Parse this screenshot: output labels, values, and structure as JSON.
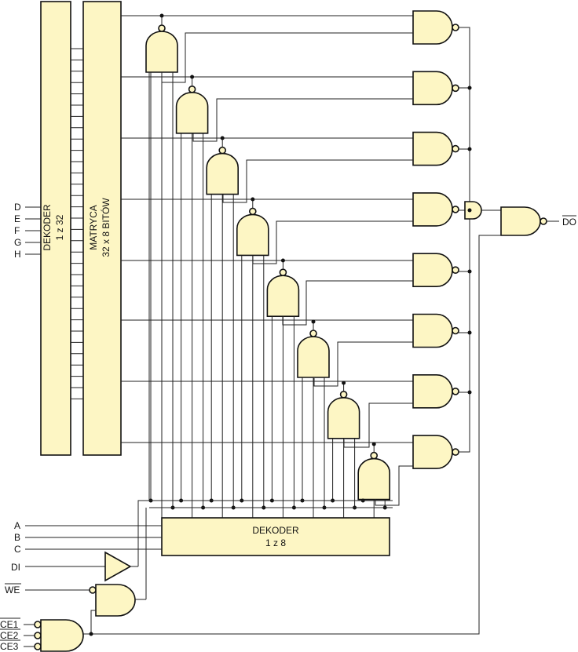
{
  "left_decoder": {
    "title": "DEKODER",
    "subtitle": "1 z 32"
  },
  "matrix": {
    "title": "MATRYCA",
    "subtitle": "32 x 8 BITÓW"
  },
  "bottom_decoder": {
    "title": "DEKODER",
    "subtitle": "1 z 8"
  },
  "inputs_left": [
    "D",
    "E",
    "F",
    "G",
    "H"
  ],
  "inputs_bottom": [
    "A",
    "B",
    "C"
  ],
  "data_in": "DI",
  "write_enable": "WE",
  "chip_enables": [
    "CE1",
    "CE2",
    "CE3"
  ],
  "data_out": "DO",
  "colors": {
    "block_fill": "#fdf6c4",
    "line": "#222222"
  }
}
